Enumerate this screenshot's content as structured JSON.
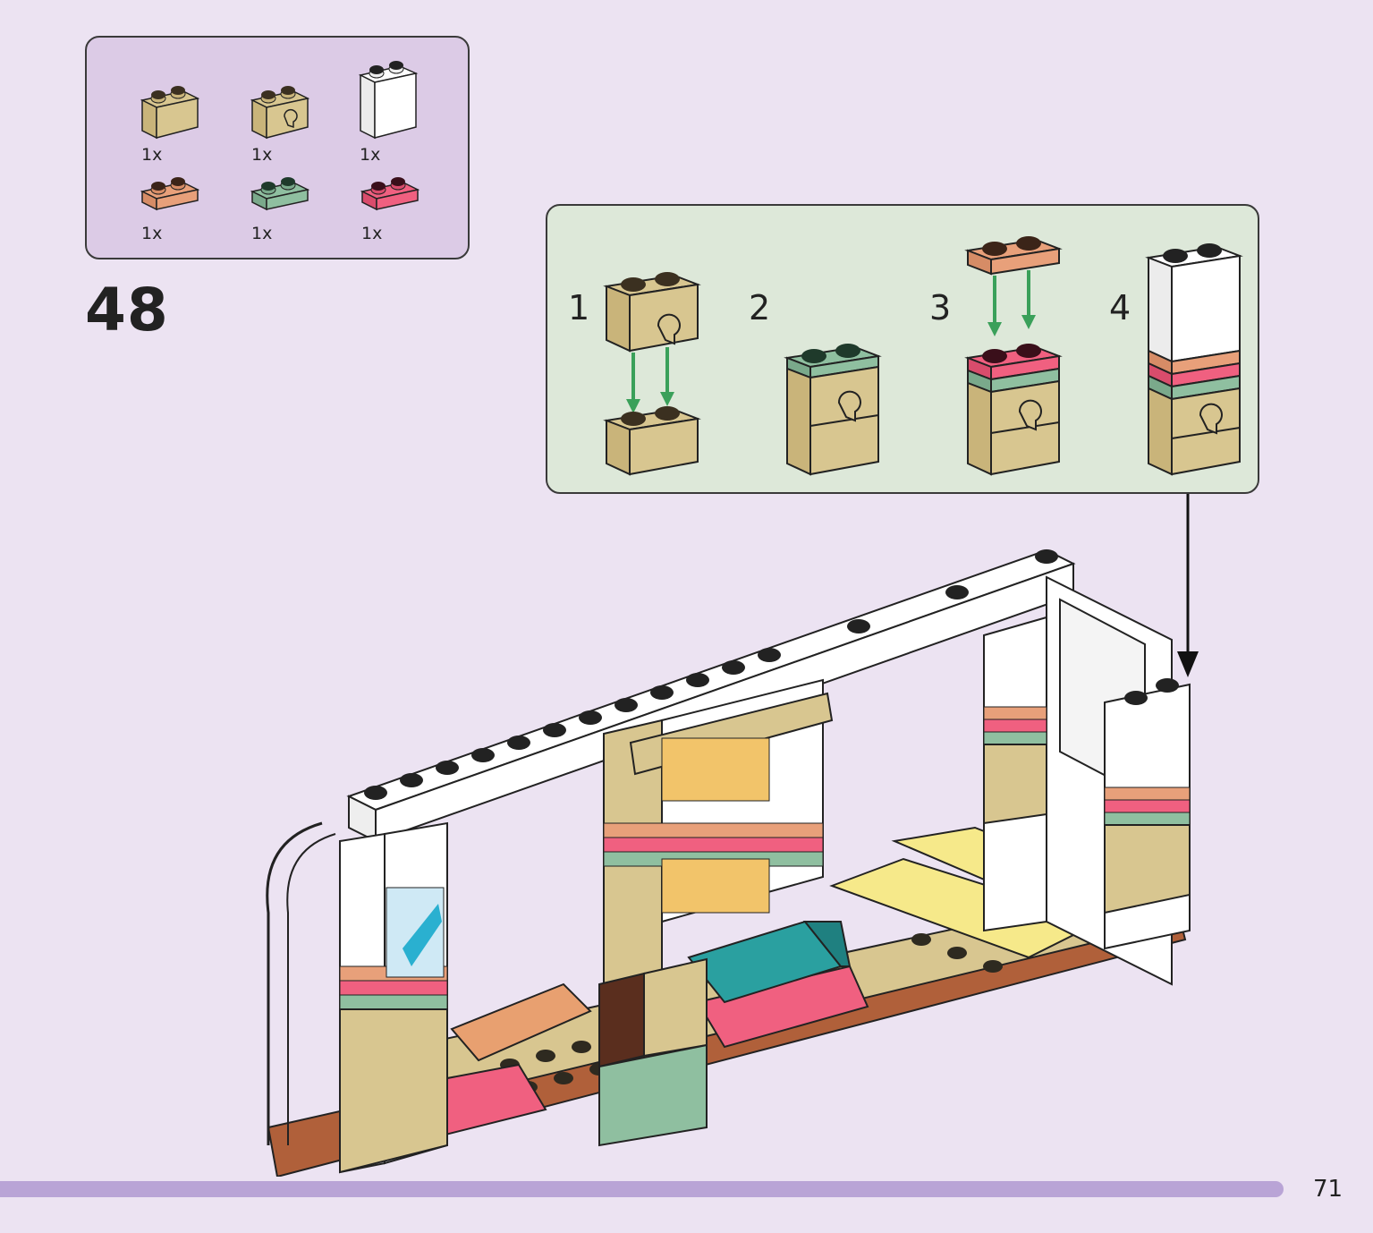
{
  "step": {
    "number": "48"
  },
  "parts": [
    {
      "name": "tan 1x2 brick",
      "color": "#d8c690",
      "qty": "1x"
    },
    {
      "name": "tan 1x2 brick with clip",
      "color": "#d8c690",
      "qty": "1x"
    },
    {
      "name": "white 1x2x2 brick",
      "color": "#ffffff",
      "qty": "1x"
    },
    {
      "name": "orange 1x2 plate",
      "color": "#e8a07a",
      "qty": "1x"
    },
    {
      "name": "sand green 1x2 plate",
      "color": "#8fbfa0",
      "qty": "1x"
    },
    {
      "name": "coral 1x2 plate",
      "color": "#f06080",
      "qty": "1x"
    }
  ],
  "substeps": [
    {
      "label": "1"
    },
    {
      "label": "2"
    },
    {
      "label": "3"
    },
    {
      "label": "4"
    }
  ],
  "colors": {
    "tan": "#d8c690",
    "white": "#ffffff",
    "orange": "#e8a07a",
    "sand_green": "#8fbfa0",
    "coral": "#f06080",
    "arrow_green": "#3aa05a",
    "brown": "#b0603a",
    "yellow": "#f6e98a",
    "teal": "#2aa0a0"
  },
  "page": {
    "number": "71"
  }
}
